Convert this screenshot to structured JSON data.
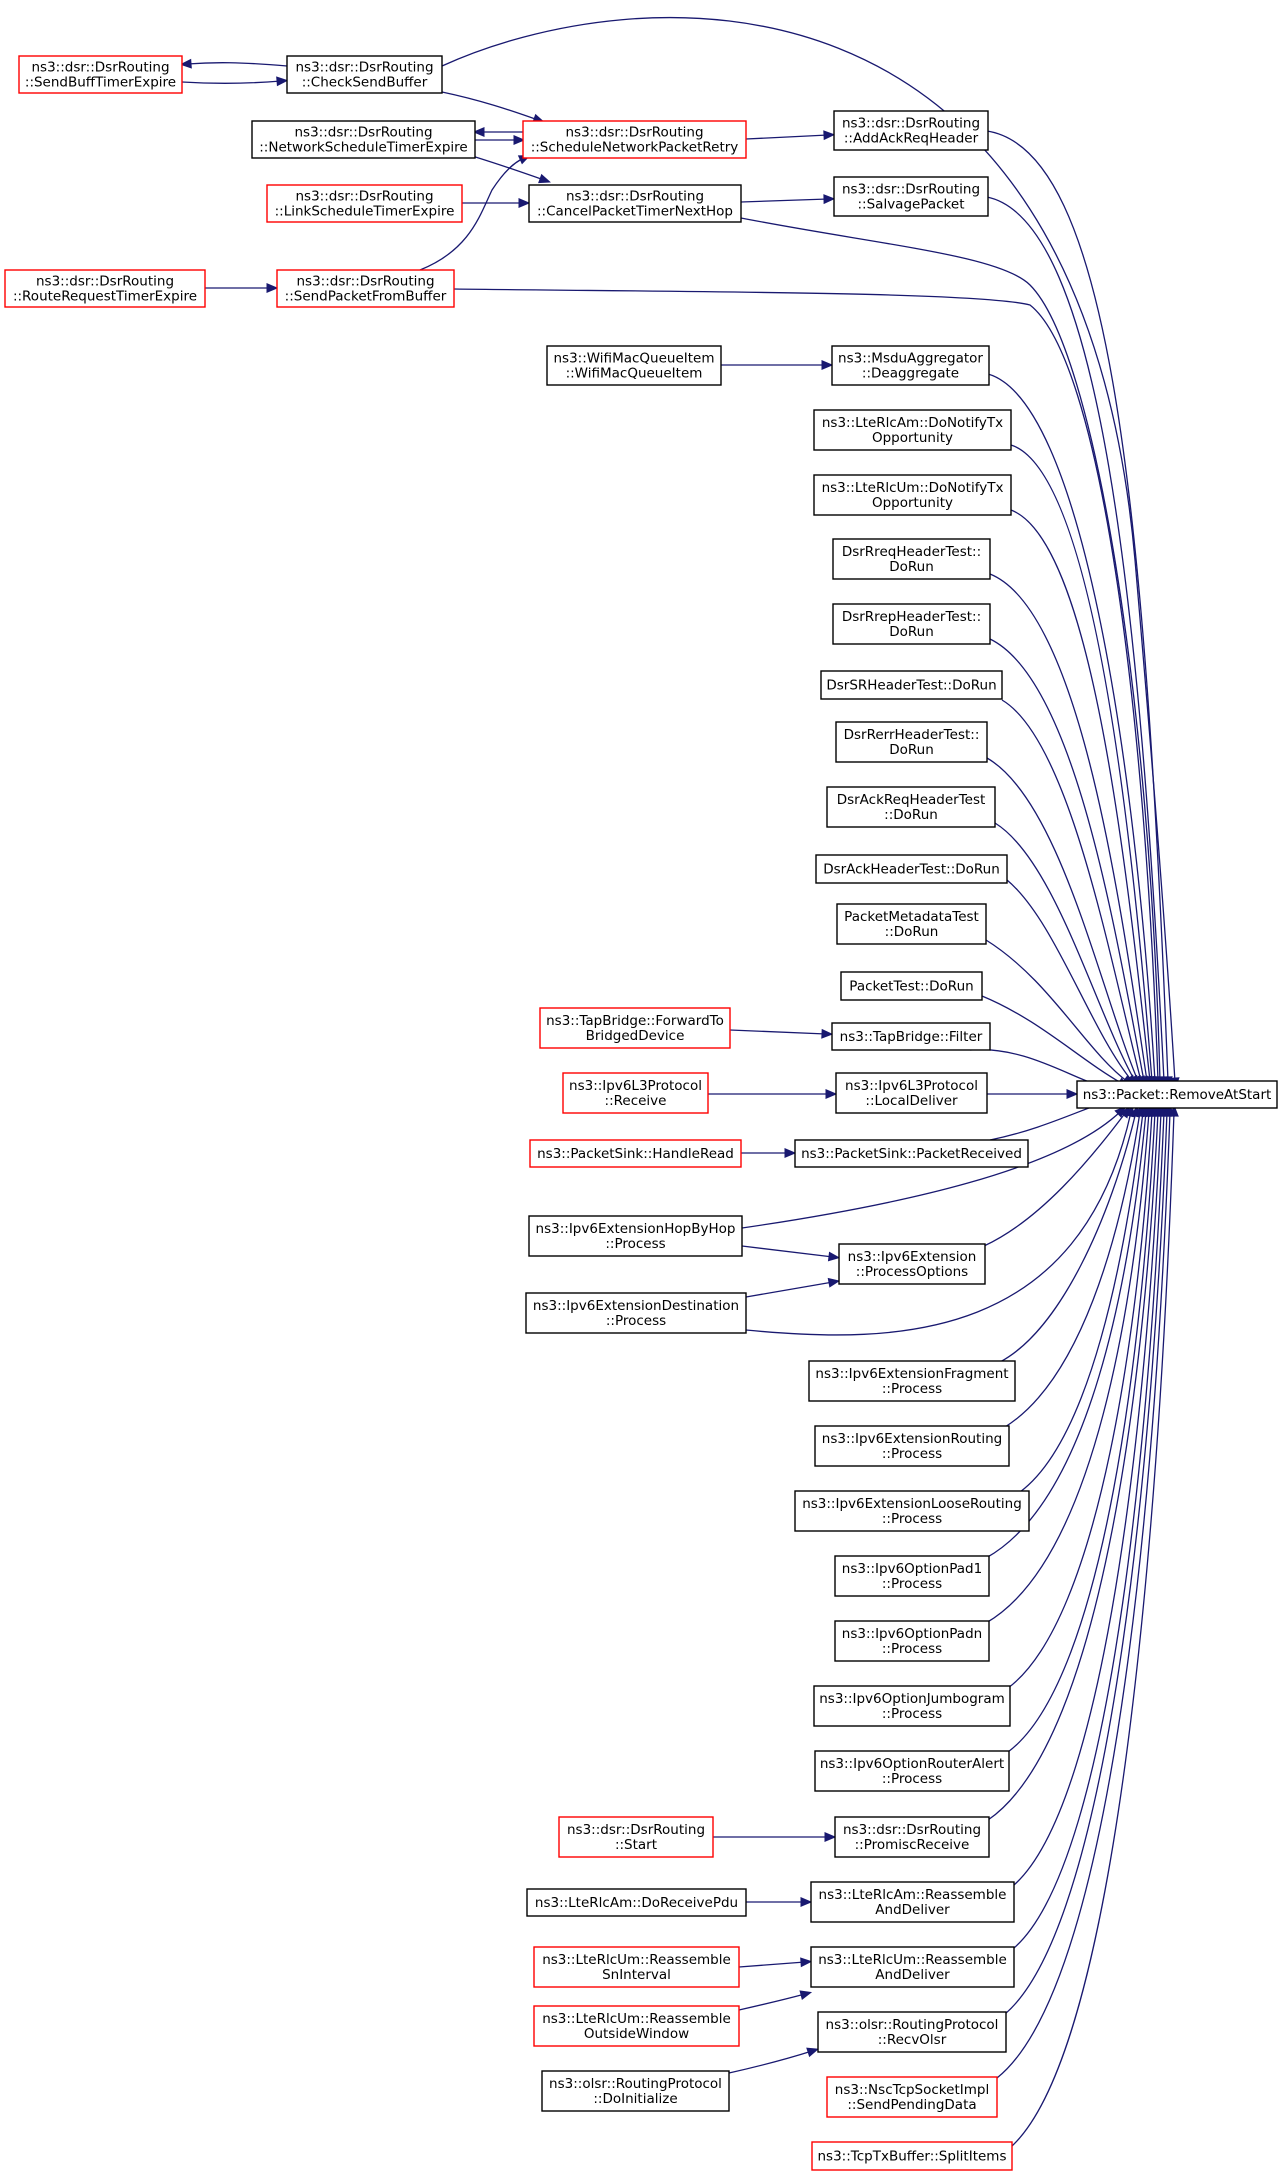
{
  "diagram": {
    "colors": {
      "edge": "#191970",
      "border_default": "#000000",
      "border_truncated": "#ff0000",
      "target_fill": "#bfbfbf"
    },
    "nodes": [
      {
        "id": "removeAtStart",
        "lines": [
          "ns3::Packet::RemoveAtStart"
        ],
        "style": "target"
      },
      {
        "id": "sendBuffTimerExpire",
        "lines": [
          "ns3::dsr::DsrRouting",
          "::SendBuffTimerExpire"
        ],
        "style": "truncated"
      },
      {
        "id": "checkSendBuffer",
        "lines": [
          "ns3::dsr::DsrRouting",
          "::CheckSendBuffer"
        ],
        "style": "normal"
      },
      {
        "id": "networkScheduleTimerExpire",
        "lines": [
          "ns3::dsr::DsrRouting",
          "::NetworkScheduleTimerExpire"
        ],
        "style": "normal"
      },
      {
        "id": "scheduleNetworkPacketRetry",
        "lines": [
          "ns3::dsr::DsrRouting",
          "::ScheduleNetworkPacketRetry"
        ],
        "style": "truncated"
      },
      {
        "id": "addAckReqHeader",
        "lines": [
          "ns3::dsr::DsrRouting",
          "::AddAckReqHeader"
        ],
        "style": "normal"
      },
      {
        "id": "linkScheduleTimerExpire",
        "lines": [
          "ns3::dsr::DsrRouting",
          "::LinkScheduleTimerExpire"
        ],
        "style": "truncated"
      },
      {
        "id": "cancelPacketTimerNextHop",
        "lines": [
          "ns3::dsr::DsrRouting",
          "::CancelPacketTimerNextHop"
        ],
        "style": "normal"
      },
      {
        "id": "salvagePacket",
        "lines": [
          "ns3::dsr::DsrRouting",
          "::SalvagePacket"
        ],
        "style": "normal"
      },
      {
        "id": "routeRequestTimerExpire",
        "lines": [
          "ns3::dsr::DsrRouting",
          "::RouteRequestTimerExpire"
        ],
        "style": "truncated"
      },
      {
        "id": "sendPacketFromBuffer",
        "lines": [
          "ns3::dsr::DsrRouting",
          "::SendPacketFromBuffer"
        ],
        "style": "truncated"
      },
      {
        "id": "wifiMacQueueItem",
        "lines": [
          "ns3::WifiMacQueueItem",
          "::WifiMacQueueItem"
        ],
        "style": "normal"
      },
      {
        "id": "deaggregate",
        "lines": [
          "ns3::MsduAggregator",
          "::Deaggregate"
        ],
        "style": "normal"
      },
      {
        "id": "lteRlcAmNotify",
        "lines": [
          "ns3::LteRlcAm::DoNotifyTx",
          "Opportunity"
        ],
        "style": "normal"
      },
      {
        "id": "lteRlcUmNotify",
        "lines": [
          "ns3::LteRlcUm::DoNotifyTx",
          "Opportunity"
        ],
        "style": "normal"
      },
      {
        "id": "dsrRreqTest",
        "lines": [
          "DsrRreqHeaderTest::",
          "DoRun"
        ],
        "style": "normal"
      },
      {
        "id": "dsrRrepTest",
        "lines": [
          "DsrRrepHeaderTest::",
          "DoRun"
        ],
        "style": "normal"
      },
      {
        "id": "dsrSRTest",
        "lines": [
          "DsrSRHeaderTest::DoRun"
        ],
        "style": "normal"
      },
      {
        "id": "dsrRerrTest",
        "lines": [
          "DsrRerrHeaderTest::",
          "DoRun"
        ],
        "style": "normal"
      },
      {
        "id": "dsrAckReqTest",
        "lines": [
          "DsrAckReqHeaderTest",
          "::DoRun"
        ],
        "style": "normal"
      },
      {
        "id": "dsrAckTest",
        "lines": [
          "DsrAckHeaderTest::DoRun"
        ],
        "style": "normal"
      },
      {
        "id": "packetMetadataTest",
        "lines": [
          "PacketMetadataTest",
          "::DoRun"
        ],
        "style": "normal"
      },
      {
        "id": "packetTest",
        "lines": [
          "PacketTest::DoRun"
        ],
        "style": "normal"
      },
      {
        "id": "forwardToBridgedDevice",
        "lines": [
          "ns3::TapBridge::ForwardTo",
          "BridgedDevice"
        ],
        "style": "truncated"
      },
      {
        "id": "tapBridgeFilter",
        "lines": [
          "ns3::TapBridge::Filter"
        ],
        "style": "normal"
      },
      {
        "id": "ipv6L3Receive",
        "lines": [
          "ns3::Ipv6L3Protocol",
          "::Receive"
        ],
        "style": "truncated"
      },
      {
        "id": "ipv6L3LocalDeliver",
        "lines": [
          "ns3::Ipv6L3Protocol",
          "::LocalDeliver"
        ],
        "style": "normal"
      },
      {
        "id": "packetSinkHandleRead",
        "lines": [
          "ns3::PacketSink::HandleRead"
        ],
        "style": "truncated"
      },
      {
        "id": "packetSinkPacketReceived",
        "lines": [
          "ns3::PacketSink::PacketReceived"
        ],
        "style": "normal"
      },
      {
        "id": "ipv6ExtHopByHop",
        "lines": [
          "ns3::Ipv6ExtensionHopByHop",
          "::Process"
        ],
        "style": "normal"
      },
      {
        "id": "ipv6ExtProcessOptions",
        "lines": [
          "ns3::Ipv6Extension",
          "::ProcessOptions"
        ],
        "style": "normal"
      },
      {
        "id": "ipv6ExtDestination",
        "lines": [
          "ns3::Ipv6ExtensionDestination",
          "::Process"
        ],
        "style": "normal"
      },
      {
        "id": "ipv6ExtFragment",
        "lines": [
          "ns3::Ipv6ExtensionFragment",
          "::Process"
        ],
        "style": "normal"
      },
      {
        "id": "ipv6ExtRouting",
        "lines": [
          "ns3::Ipv6ExtensionRouting",
          "::Process"
        ],
        "style": "normal"
      },
      {
        "id": "ipv6ExtLooseRouting",
        "lines": [
          "ns3::Ipv6ExtensionLooseRouting",
          "::Process"
        ],
        "style": "normal"
      },
      {
        "id": "ipv6OptPad1",
        "lines": [
          "ns3::Ipv6OptionPad1",
          "::Process"
        ],
        "style": "normal"
      },
      {
        "id": "ipv6OptPadn",
        "lines": [
          "ns3::Ipv6OptionPadn",
          "::Process"
        ],
        "style": "normal"
      },
      {
        "id": "ipv6OptJumbogram",
        "lines": [
          "ns3::Ipv6OptionJumbogram",
          "::Process"
        ],
        "style": "normal"
      },
      {
        "id": "ipv6OptRouterAlert",
        "lines": [
          "ns3::Ipv6OptionRouterAlert",
          "::Process"
        ],
        "style": "normal"
      },
      {
        "id": "dsrStart",
        "lines": [
          "ns3::dsr::DsrRouting",
          "::Start"
        ],
        "style": "truncated"
      },
      {
        "id": "dsrPromiscReceive",
        "lines": [
          "ns3::dsr::DsrRouting",
          "::PromiscReceive"
        ],
        "style": "normal"
      },
      {
        "id": "lteRlcAmDoReceivePdu",
        "lines": [
          "ns3::LteRlcAm::DoReceivePdu"
        ],
        "style": "normal"
      },
      {
        "id": "lteRlcAmReassemble",
        "lines": [
          "ns3::LteRlcAm::Reassemble",
          "AndDeliver"
        ],
        "style": "normal"
      },
      {
        "id": "lteRlcUmSnInterval",
        "lines": [
          "ns3::LteRlcUm::Reassemble",
          "SnInterval"
        ],
        "style": "truncated"
      },
      {
        "id": "lteRlcUmReassemble",
        "lines": [
          "ns3::LteRlcUm::Reassemble",
          "AndDeliver"
        ],
        "style": "normal"
      },
      {
        "id": "lteRlcUmOutsideWindow",
        "lines": [
          "ns3::LteRlcUm::Reassemble",
          "OutsideWindow"
        ],
        "style": "truncated"
      },
      {
        "id": "olsrRecvOlsr",
        "lines": [
          "ns3::olsr::RoutingProtocol",
          "::RecvOlsr"
        ],
        "style": "normal"
      },
      {
        "id": "olsrDoInitialize",
        "lines": [
          "ns3::olsr::RoutingProtocol",
          "::DoInitialize"
        ],
        "style": "normal"
      },
      {
        "id": "nscSendPendingData",
        "lines": [
          "ns3::NscTcpSocketImpl",
          "::SendPendingData"
        ],
        "style": "truncated"
      },
      {
        "id": "tcpTxSplitItems",
        "lines": [
          "ns3::TcpTxBuffer::SplitItems"
        ],
        "style": "truncated"
      }
    ]
  }
}
